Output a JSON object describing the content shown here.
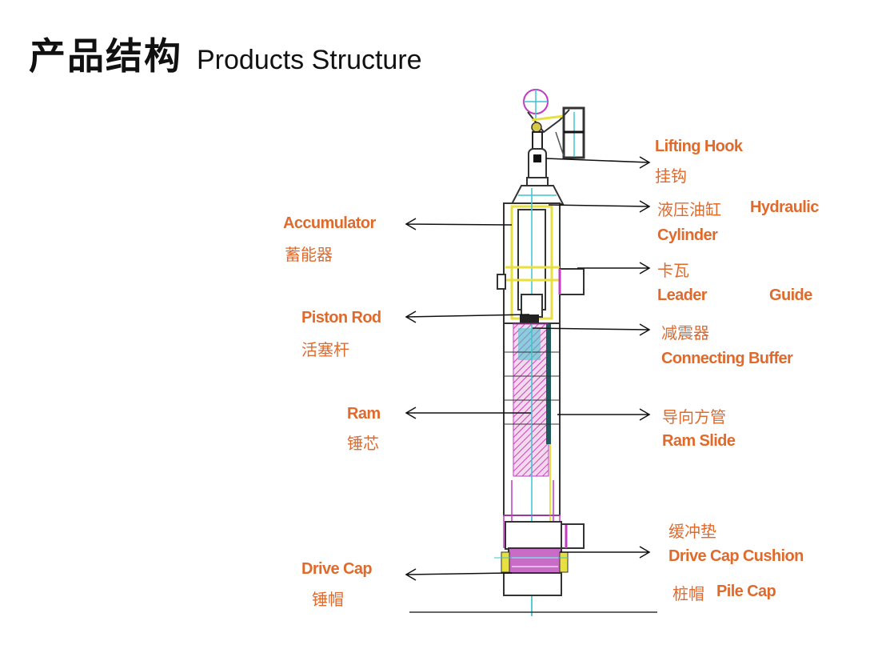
{
  "header": {
    "title_cn": "产品结构",
    "title_en": "Products Structure"
  },
  "colors": {
    "label": "#e06a2c",
    "title": "#111111",
    "leader_line": "#111111"
  },
  "labels_left": [
    {
      "id": "accumulator",
      "en": "Accumulator",
      "cn": "蓄能器"
    },
    {
      "id": "piston-rod",
      "en": "Piston Rod",
      "cn": "活塞杆"
    },
    {
      "id": "ram",
      "en": "Ram",
      "cn": "锤芯"
    },
    {
      "id": "drive-cap",
      "en": "Drive Cap",
      "cn": "锤帽"
    }
  ],
  "labels_right": [
    {
      "id": "lifting-hook",
      "en": "Lifting Hook",
      "cn": "挂钩"
    },
    {
      "id": "hydraulic-cylinder",
      "cn": "液压油缸",
      "en": "Hydraulic",
      "en2": "Cylinder"
    },
    {
      "id": "leader-guide",
      "cn": "卡瓦",
      "en": "Leader",
      "en2": "Guide"
    },
    {
      "id": "connecting-buffer",
      "cn": "减震器",
      "en": "Connecting Buffer"
    },
    {
      "id": "ram-slide",
      "cn": "导向方管",
      "en": "Ram Slide"
    },
    {
      "id": "drive-cap-cushion",
      "cn": "缓冲垫",
      "en": "Drive Cap Cushion"
    },
    {
      "id": "pile-cap",
      "cn": "桩帽",
      "en": "Pile Cap"
    }
  ]
}
